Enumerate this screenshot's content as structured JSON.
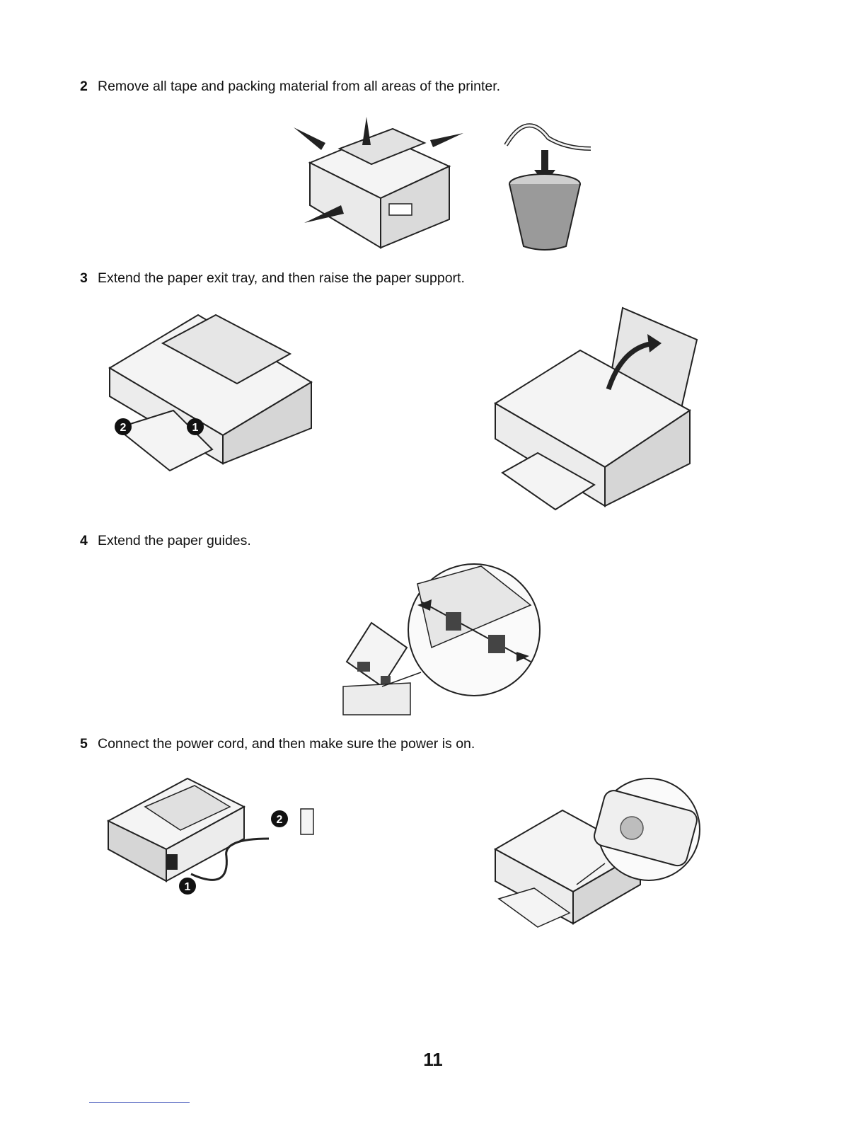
{
  "steps": [
    {
      "number": "2",
      "text": "Remove all tape and packing material from all areas of the printer."
    },
    {
      "number": "3",
      "text": "Extend the paper exit tray, and then raise the paper support."
    },
    {
      "number": "4",
      "text": "Extend the paper guides."
    },
    {
      "number": "5",
      "text": "Connect the power cord, and then make sure the power is on."
    }
  ],
  "callouts": {
    "one": "1",
    "two": "2"
  },
  "page_number": "11",
  "colors": {
    "line": "#222222",
    "fill": "#f4f4f4",
    "shade": "#9a9a9a",
    "footer_rule": "#3a4fb8"
  }
}
